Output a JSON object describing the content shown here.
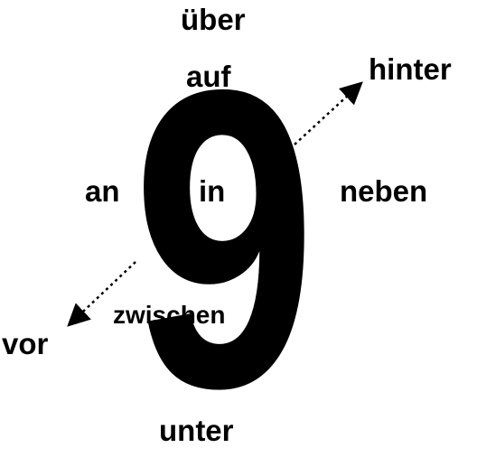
{
  "diagram": {
    "digit": "9",
    "labels": {
      "ueber": "über",
      "auf": "auf",
      "hinter": "hinter",
      "an": "an",
      "in": "in",
      "neben": "neben",
      "zwischen": "zwischen",
      "vor": "vor",
      "unter": "unter"
    }
  }
}
